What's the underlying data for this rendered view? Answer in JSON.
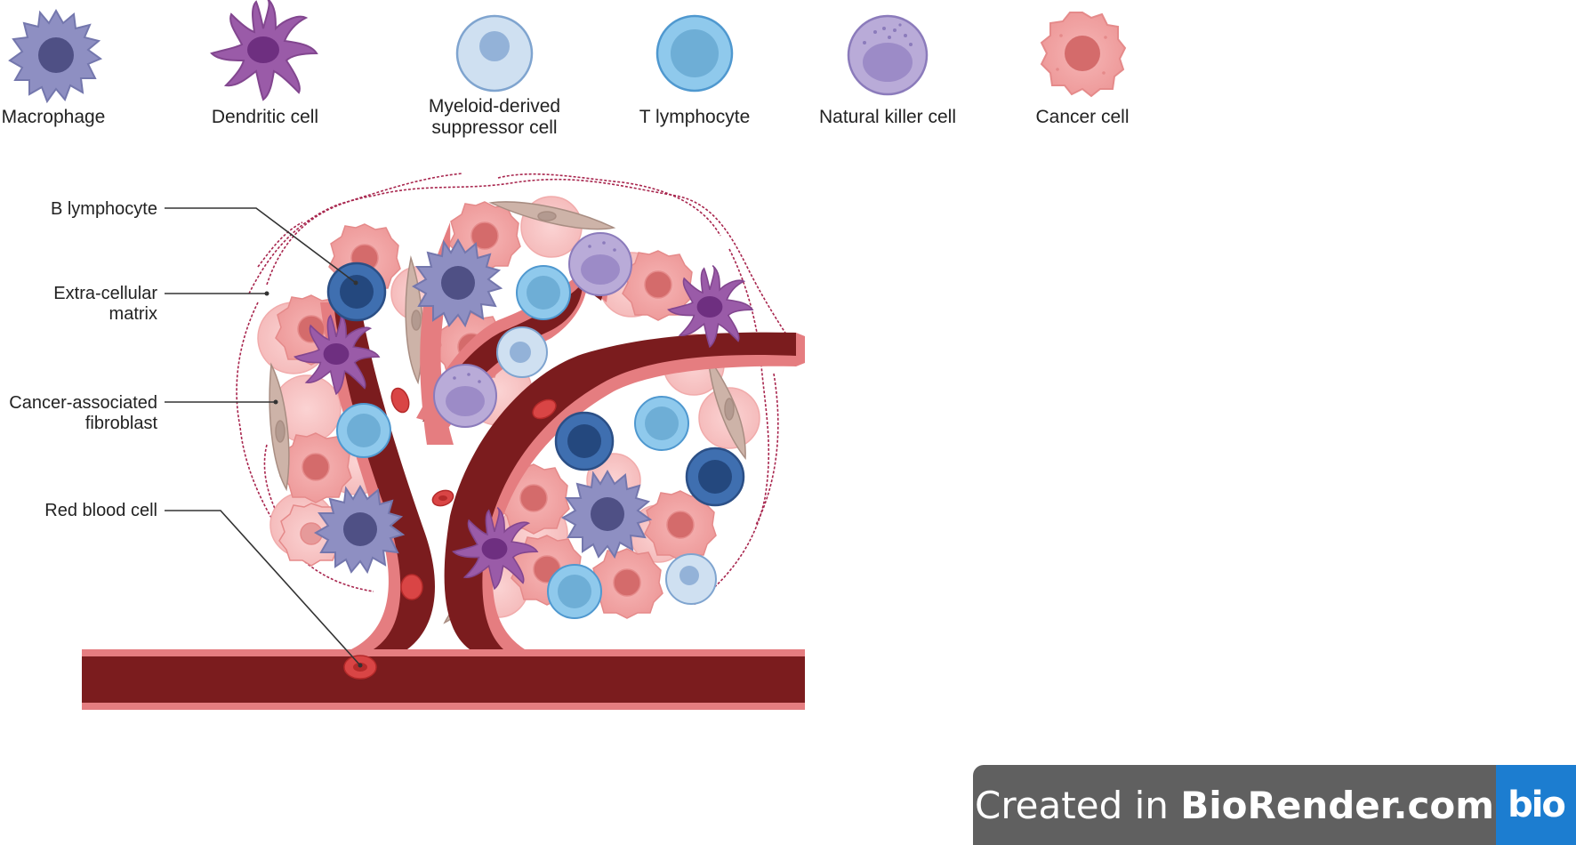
{
  "legend": [
    {
      "label": "Macrophage"
    },
    {
      "label": "Dendritic cell"
    },
    {
      "label": "Myeloid-derived\nsuppressor cell"
    },
    {
      "label": "T lymphocyte"
    },
    {
      "label": "Natural killer cell"
    },
    {
      "label": "Cancer cell"
    }
  ],
  "callouts": [
    {
      "label": "B lymphocyte"
    },
    {
      "label": "Extra-cellular\nmatrix"
    },
    {
      "label": "Cancer-associated\nfibroblast"
    },
    {
      "label": "Red blood cell"
    }
  ],
  "badge": {
    "prefix": "Created in ",
    "brand": "BioRender.com",
    "logo": "bio"
  },
  "colors": {
    "macrophage": "#8e8fc2",
    "dendritic": "#9a5ba8",
    "mdsc": "#cfe0f1",
    "t_lymphocyte": "#8fc9ec",
    "nk_cell": "#b9abd8",
    "cancer": "#f0a3a3",
    "b_lymphocyte": "#3f6fb0",
    "vessel": "#7b1c1e",
    "vessel_wall": "#e57d80",
    "fibroblast": "#cdb3a8",
    "badge_bg": "#606060",
    "badge_logo_bg": "#1c7dd0"
  }
}
